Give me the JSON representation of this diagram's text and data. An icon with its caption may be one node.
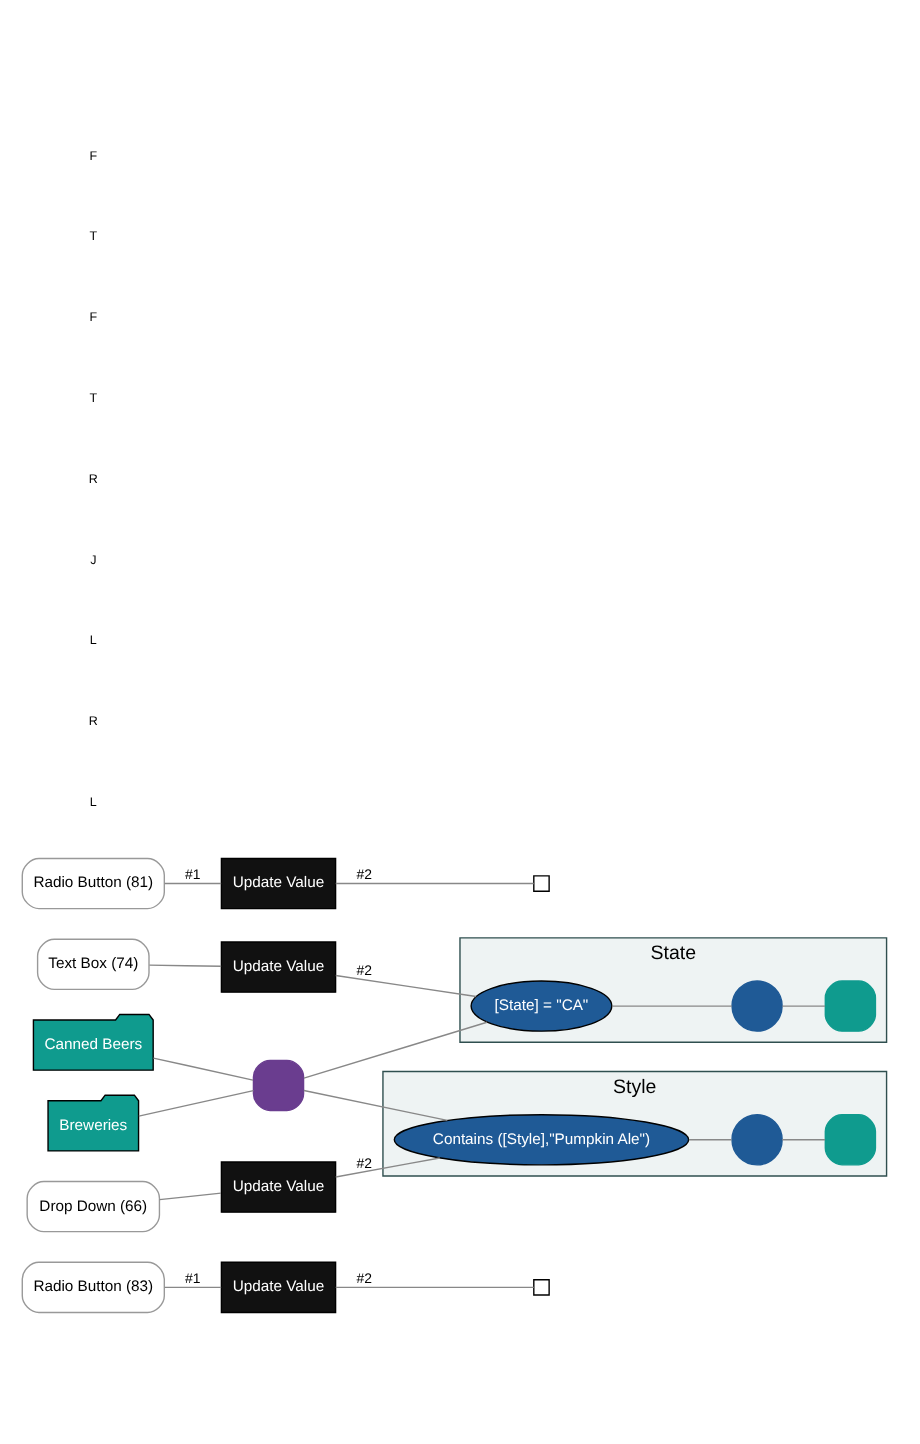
{
  "diagram": {
    "nodes": [
      {
        "text": [
          "Radio Button (83)"
        ]
      },
      {
        "text": [
          "Update Value"
        ]
      },
      {
        "text": [
          "Text Box (74)"
        ]
      },
      {
        "text": [
          "Update Value"
        ]
      },
      {
        "text": [
          "State"
        ]
      },
      {
        "text": [
          "Canned Beers"
        ]
      },
      {
        "text": [
          "Breweries"
        ]
      },
      {
        "text": [],
        "shape": "box"
      },
      {
        "text": [
          "[State] = \"CA\""
        ],
        "in": 4
      },
      {
        "text": [],
        "shape": "circle",
        "in": 4
      },
      {
        "text": [],
        "shape": "box",
        "in": 4
      },
      {
        "text": [
          "Radio Button (81)"
        ]
      },
      {
        "text": [
          "Update Value"
        ]
      },
      {
        "text": [
          "Drop Down (66)"
        ]
      },
      {
        "text": [
          "Update Value"
        ]
      },
      {
        "text": [
          "Style"
        ]
      },
      {
        "text": [
          "Contains ([Style],\"Pumpkin Ale\")"
        ],
        "in": 15
      },
      {
        "text": [],
        "shape": "circle",
        "in": 15
      },
      {
        "text": [],
        "shape": "box",
        "in": 15
      }
    ],
    "edges": [
      {
        "from": 0,
        "to": 1,
        "arrow": "none",
        "label": "#1"
      },
      {
        "from": 1,
        "to": null,
        "arrow": "none",
        "label": "#2"
      },
      {
        "from": 2,
        "to": 3,
        "arrow": "none"
      },
      {
        "from": 3,
        "to": 8,
        "arrow": "none",
        "label": "#2"
      },
      {
        "from": 5,
        "to": 7,
        "arrow": "none"
      },
      {
        "from": 6,
        "to": 7,
        "arrow": "none"
      },
      {
        "from": 7,
        "to": 8,
        "arrow": "none"
      },
      {
        "from": 8,
        "to": 9,
        "arrow": "none"
      },
      {
        "from": 9,
        "to": 10,
        "arrow": "none"
      },
      {
        "from": 7,
        "to": 16,
        "arrow": "none"
      },
      {
        "from": 11,
        "to": 12,
        "arrow": "none",
        "label": "#1"
      },
      {
        "from": 12,
        "to": null,
        "arrow": "none",
        "label": "#2"
      },
      {
        "from": 13,
        "to": 14,
        "arrow": "none"
      },
      {
        "from": 14,
        "to": 16,
        "arrow": "none",
        "label": "#2"
      },
      {
        "from": 16,
        "to": 17,
        "arrow": "none"
      },
      {
        "from": 17,
        "to": 18,
        "arrow": "none"
      }
    ],
    "labels": [
      "L",
      "R",
      "L",
      "J",
      "R",
      "T",
      "F",
      "T",
      "F"
    ]
  }
}
